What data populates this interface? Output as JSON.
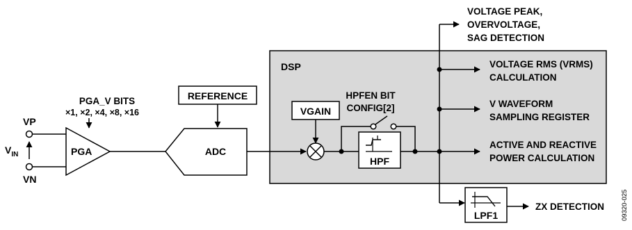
{
  "dsp_label": "DSP",
  "pga_bits": {
    "title": "PGA_V BITS",
    "gains": "×1, ×2, ×4, ×8, ×16"
  },
  "inputs": {
    "vp": "VP",
    "vn": "VN",
    "vin_main": "V",
    "vin_sub": "IN"
  },
  "blocks": {
    "reference": "REFERENCE",
    "pga": "PGA",
    "adc": "ADC",
    "vgain": "VGAIN",
    "hpf": "HPF",
    "lpf": "LPF1"
  },
  "hpfen": {
    "line1": "HPFEN BIT",
    "line2": "CONFIG[2]"
  },
  "outputs": {
    "peak": [
      "VOLTAGE PEAK,",
      "OVERVOLTAGE,",
      "SAG DETECTION"
    ],
    "rms": [
      "VOLTAGE RMS (VRMS)",
      "CALCULATION"
    ],
    "waveform": [
      "V WAVEFORM",
      "SAMPLING REGISTER"
    ],
    "power": [
      "ACTIVE AND REACTIVE",
      "POWER CALCULATION"
    ],
    "zx": "ZX DETECTION"
  },
  "figure_id": "09320-025",
  "colors": {
    "dsp_fill": "#d9d9d9",
    "stroke": "#000000",
    "background": "#ffffff"
  }
}
